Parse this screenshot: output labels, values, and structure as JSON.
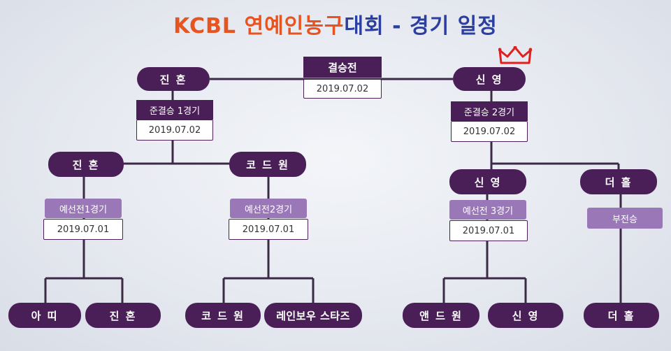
{
  "title": {
    "part1": "KCBL 연예인농구",
    "part2": "대회 - 경기 일정"
  },
  "final": {
    "label": "결승전",
    "date": "2019.07.02"
  },
  "semi1": {
    "label": "준결승 1경기",
    "date": "2019.07.02"
  },
  "semi2": {
    "label": "준결승 2경기",
    "date": "2019.07.02"
  },
  "prelim1": {
    "label": "예선전1경기",
    "date": "2019.07.01"
  },
  "prelim2": {
    "label": "예선전2경기",
    "date": "2019.07.01"
  },
  "prelim3": {
    "label": "예선전 3경기",
    "date": "2019.07.01"
  },
  "bye": {
    "label": "부전승"
  },
  "teams": {
    "finalist_left": "진 혼",
    "finalist_right": "신 영",
    "semi1_left": "진 혼",
    "semi1_right": "코 드 원",
    "semi2_left": "신 영",
    "semi2_right": "더 홀",
    "r1_1": "아 띠",
    "r1_2": "진 혼",
    "r1_3": "코 드 원",
    "r1_4": "레인보우 스타즈",
    "r1_5": "앤 드 원",
    "r1_6": "신 영",
    "r1_7": "더 홀"
  },
  "colors": {
    "pill": "#4a1f57",
    "label_light": "#9a78b7",
    "crown": "#e0201f"
  },
  "icons": {
    "champion": "crown-icon"
  }
}
